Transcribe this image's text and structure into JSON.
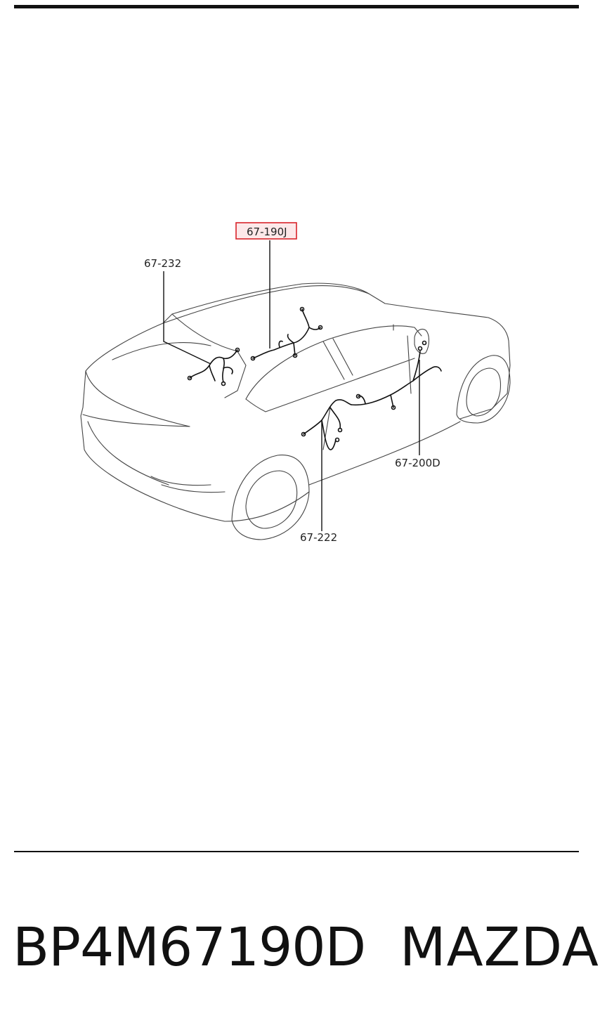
{
  "callouts": {
    "highlighted": "67-190J",
    "c232": "67-232",
    "c200d": "67-200D",
    "c222": "67-222"
  },
  "footer": {
    "part_number": "BP4M67190D",
    "brand": "MAZDA"
  },
  "colors": {
    "highlight": "#d8232a",
    "highlight_fill": "#fde8e9",
    "ink": "#111111"
  },
  "icons": [
    "car-outline",
    "wiring-harness"
  ]
}
